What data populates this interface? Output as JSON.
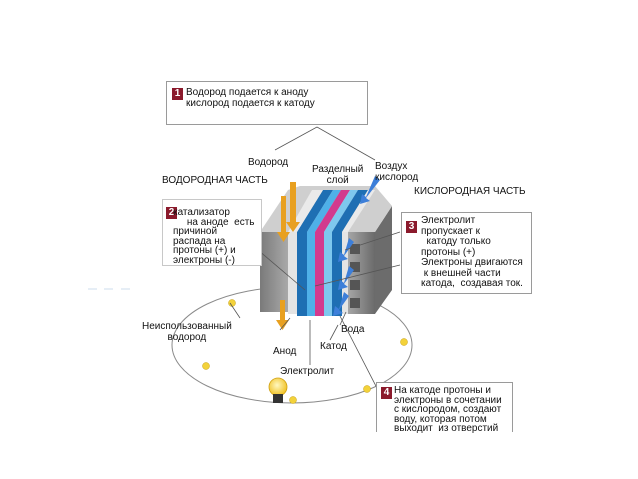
{
  "callouts": {
    "c1": {
      "number": "1",
      "text": "Водород подается к аноду\nкислород подается к катоду"
    },
    "c2": {
      "number": "2",
      "text": "катализатор\n     на аноде  есть\nпричиной\nраспада на\nпротоны (+) и\nэлектроны (-)"
    },
    "c3": {
      "number": "3",
      "text": "Электролит\nпропускает к\n  катоду только\nпротоны (+)\nЭлектроны двигаются\n к внешней части\nкатода,  создавая ток."
    },
    "c4": {
      "number": "4",
      "text": "На катоде протоны и\nэлектроны в сочетании\nс кислородом, создают\nводу, которая потом\nвыходит  из отверстий"
    }
  },
  "labels": {
    "hydrogen": "Водород",
    "separator": "Разделный\nслой",
    "air": "Воздух\nкислород",
    "hydrogen_part": "ВОДОРОДНАЯ ЧАСТЬ",
    "oxygen_part": "КИСЛОРОДНАЯ ЧАСТЬ",
    "unused_hydrogen": "Неиспользованный\nводород",
    "anode": "Анод",
    "cathode": "Катод",
    "water": "Вода",
    "electrolyte": "Электролит"
  },
  "colors": {
    "callout_number": "#8b1a2c",
    "hydrogen_arrow": "#e8a020",
    "oxygen_arrow": "#3d7fd9",
    "electrolyte_magenta": "#d23a8e",
    "layer_blue": "#1e6fb3",
    "wire": "#8a8a8a",
    "electron": "#f3d23a"
  }
}
